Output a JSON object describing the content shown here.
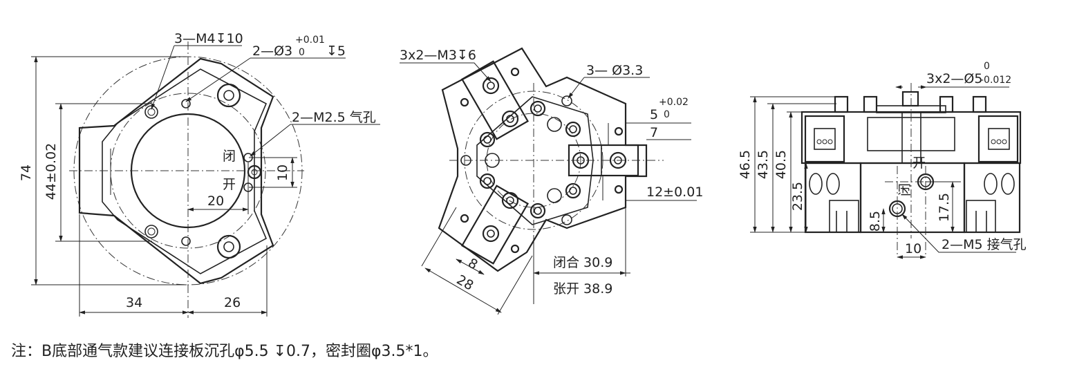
{
  "view_left": {
    "callouts": {
      "thread_holes": "3—M4↧10",
      "pin_holes": "2—Ø3",
      "pin_tol_upper": "+0.01",
      "pin_tol_lower": "0",
      "pin_depth": "↧5",
      "air_holes": "2—M2.5 气孔"
    },
    "labels": {
      "close": "闭",
      "open": "开"
    },
    "dims": {
      "outer_height": "74",
      "inner_height": "44±0.02",
      "hole_offset": "20",
      "hole_gap": "10",
      "left_width": "34",
      "right_width": "26"
    }
  },
  "view_middle": {
    "callouts": {
      "jaw_threads": "3x2—M3↧6",
      "through_holes": "3— Ø3.3",
      "slot_width": "5",
      "slot_tol_upper": "+0.02",
      "slot_tol_lower": "0",
      "slot_depth": "7",
      "jaw_spacing": "12±0.01"
    },
    "dims": {
      "jaw_small": "8",
      "jaw_width": "28",
      "closed": "闭合 30.9",
      "opened": "张开 38.9"
    }
  },
  "view_right": {
    "callouts": {
      "pin_holes": "3x2—Ø5",
      "pin_tol_upper": "0",
      "pin_tol_lower": "-0.012",
      "air_ports": "2—M5 接气孔"
    },
    "labels": {
      "open": "开",
      "close": "闭"
    },
    "dims": {
      "h_total": "46.5",
      "h_body": "43.5",
      "h_top": "40.5",
      "h_port": "23.5",
      "h_open": "17.5",
      "h_close": "8.5",
      "port_gap": "10"
    }
  },
  "note": "注：B底部通气款建议连接板沉孔φ5.5 ↧0.7，密封圈φ3.5*1。"
}
